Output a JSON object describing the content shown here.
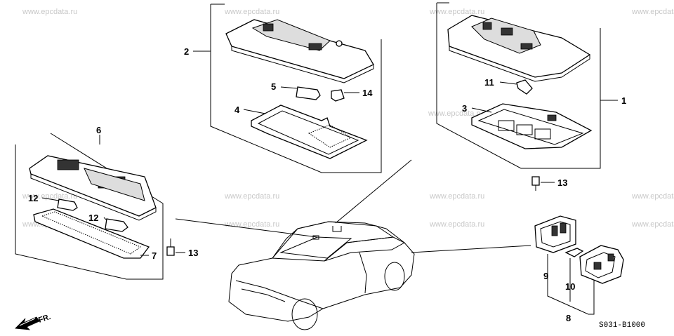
{
  "watermark": "www.epcdata.ru",
  "diagram_code": "S031-B1000",
  "front_label": "FR.",
  "callouts": {
    "c1": "1",
    "c2": "2",
    "c3": "3",
    "c4": "4",
    "c5": "5",
    "c6": "6",
    "c7": "7",
    "c8": "8",
    "c9": "9",
    "c10": "10",
    "c11": "11",
    "c12a": "12",
    "c12b": "12",
    "c13a": "13",
    "c13b": "13",
    "c14": "14"
  }
}
